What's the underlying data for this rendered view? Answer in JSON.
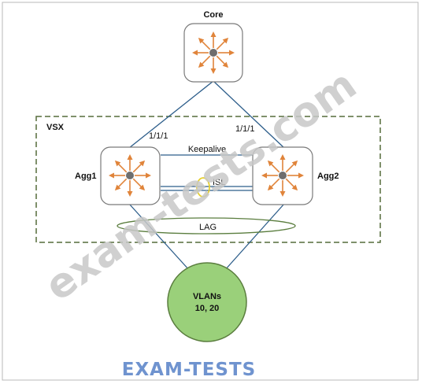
{
  "nodes": {
    "core": "Core",
    "agg1": "Agg1",
    "agg2": "Agg2",
    "vlans_line1": "VLANs",
    "vlans_line2": "10, 20"
  },
  "group_label": "VSX",
  "links": {
    "agg1_port": "1/1/1",
    "agg2_port": "1/1/1",
    "keepalive": "Keepalive",
    "isl": "ISL",
    "lag": "LAG"
  },
  "watermark": "exam-tests.com",
  "brand": "EXAM-TESTS",
  "colors": {
    "arrow": "#e0843a",
    "hub": "#6e6e6e",
    "link": "#2c5d8a",
    "vsx_border": "#556b3a",
    "vlan_fill": "#9ad07a",
    "vlan_stroke": "#5a7d3e",
    "lag_stroke": "#5a7d3e",
    "isl_ring": "#e6cf2e"
  }
}
